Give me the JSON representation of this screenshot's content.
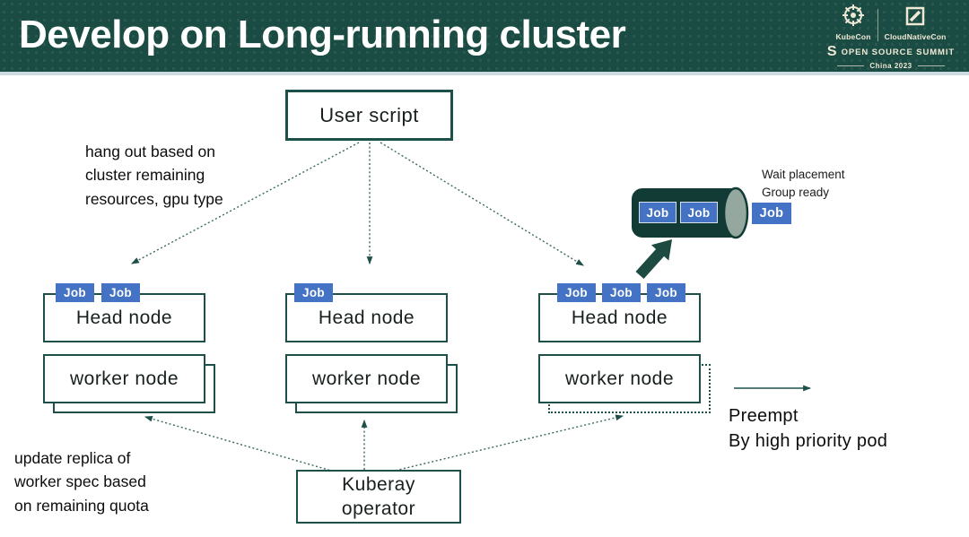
{
  "header": {
    "title": "Develop on Long-running cluster",
    "logos": {
      "kubecon_label": "KubeCon",
      "cloudnativecon_label": "CloudNativeCon",
      "summit_s": "S",
      "summit_label": "OPEN SOURCE SUMMIT",
      "location_label": "China 2023"
    }
  },
  "diagram": {
    "user_script_label": "User script",
    "notes": {
      "hang_out": [
        "hang out based on",
        "cluster remaining",
        "resources, gpu type"
      ],
      "update_replica": [
        "update replica of",
        "worker spec based",
        "on remaining quota"
      ],
      "wait_placement": [
        "Wait placement",
        "Group ready"
      ],
      "preempt": [
        "Preempt",
        "By high priority pod"
      ]
    },
    "clusters": [
      {
        "head_label": "Head node",
        "worker_label": "worker node",
        "jobs": [
          "Job",
          "Job"
        ]
      },
      {
        "head_label": "Head node",
        "worker_label": "worker node",
        "jobs": [
          "Job"
        ]
      },
      {
        "head_label": "Head node",
        "worker_label": "worker node",
        "jobs": [
          "Job",
          "Job",
          "Job"
        ]
      }
    ],
    "operator_lines": [
      "Kuberay",
      "operator"
    ],
    "placement_queue": {
      "queued_jobs": [
        "Job",
        "Job"
      ],
      "waiting_job": "Job"
    }
  },
  "colors": {
    "header_bg": "#1b4c44",
    "box_border": "#1d5049",
    "job_blue": "#4472c4",
    "cylinder_body": "#123b35",
    "cylinder_cap": "#94a89f",
    "dotted_line": "#3a685e",
    "logo_cream": "#efe8d5"
  }
}
